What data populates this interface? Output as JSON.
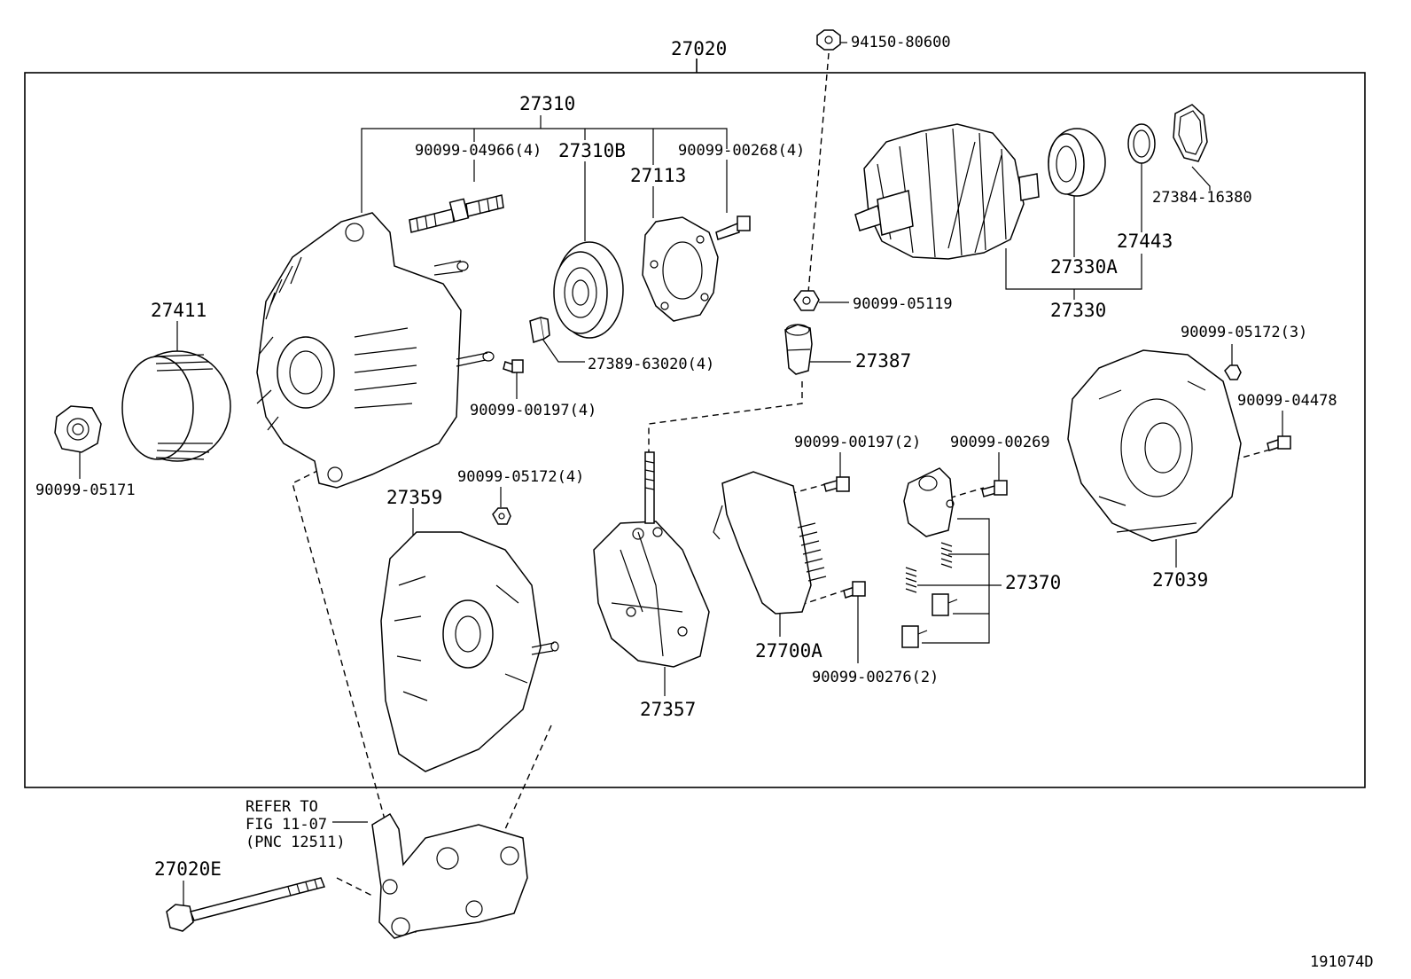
{
  "diagram": {
    "figure_id": "191074D",
    "assembly_label": "27020",
    "reference_note": [
      "REFER TO",
      "FIG 11-07",
      "(PNC 12511)"
    ],
    "labels": {
      "l_94150_80600": "94150-80600",
      "l_27310": "27310",
      "l_90099_04966": "90099-04966(4)",
      "l_27310B": "27310B",
      "l_27113": "27113",
      "l_90099_00268": "90099-00268(4)",
      "l_27384_16380": "27384-16380",
      "l_27443": "27443",
      "l_27330A": "27330A",
      "l_27330": "27330",
      "l_90099_05119": "90099-05119",
      "l_27411": "27411",
      "l_27389_63020": "27389-63020(4)",
      "l_27387": "27387",
      "l_90099_05172_3": "90099-05172(3)",
      "l_90099_00197_4": "90099-00197(4)",
      "l_90099_04478": "90099-04478",
      "l_90099_00197_2": "90099-00197(2)",
      "l_90099_00269": "90099-00269",
      "l_90099_05171": "90099-05171",
      "l_90099_05172_4": "90099-05172(4)",
      "l_27359": "27359",
      "l_27370": "27370",
      "l_27039": "27039",
      "l_27700A": "27700A",
      "l_90099_00276": "90099-00276(2)",
      "l_27357": "27357",
      "l_27020E": "27020E"
    }
  }
}
